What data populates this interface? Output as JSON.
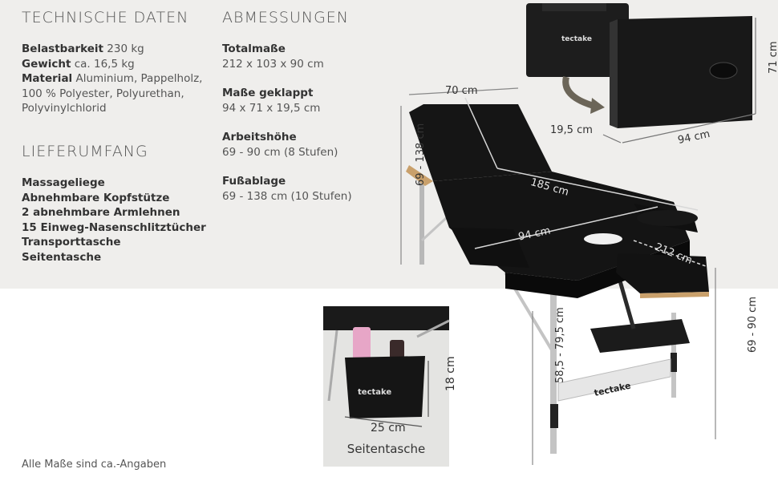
{
  "tech": {
    "heading": "TECHNISCHE DATEN",
    "load_label": "Belastbarkeit",
    "load_value": "230 kg",
    "weight_label": "Gewicht",
    "weight_value": "ca. 16,5 kg",
    "material_label": "Material",
    "material_value_1": "Aluminium, Pappelholz,",
    "material_value_2": "100 % Polyester, Polyurethan,",
    "material_value_3": "Polyvinylchlorid"
  },
  "delivery": {
    "heading": "LIEFERUMFANG",
    "items": [
      "Massageliege",
      "Abnehmbare Kopfstütze",
      "2 abnehmbare Armlehnen",
      "15 Einweg-Nasenschlitztücher",
      "Transporttasche",
      "Seitentasche"
    ]
  },
  "dims": {
    "heading": "ABMESSUNGEN",
    "total_label": "Totalmaße",
    "total_value": "212 x 103 x 90 cm",
    "folded_label": "Maße geklappt",
    "folded_value": "94 x 71 x 19,5 cm",
    "work_label": "Arbeitshöhe",
    "work_value": "69 - 90 cm (8 Stufen)",
    "foot_label": "Fußablage",
    "foot_value": "69 - 138 cm (10 Stufen)"
  },
  "diagram": {
    "d_70": "70 cm",
    "d_185": "185 cm",
    "d_94": "94 cm",
    "d_212": "212 cm",
    "d_69_138": "69 - 138 cm",
    "d_58_79": "58,5 - 79,5 cm",
    "d_69_90": "69 - 90 cm",
    "brand": "tectake"
  },
  "case": {
    "d_195": "19,5 cm",
    "d_94": "94 cm",
    "d_71": "71 cm",
    "brand": "tectake"
  },
  "inset": {
    "d_25": "25 cm",
    "d_18": "18 cm",
    "brand": "tectake",
    "caption": "Seitentasche"
  },
  "footnote": "Alle Maße sind ca.-Angaben"
}
